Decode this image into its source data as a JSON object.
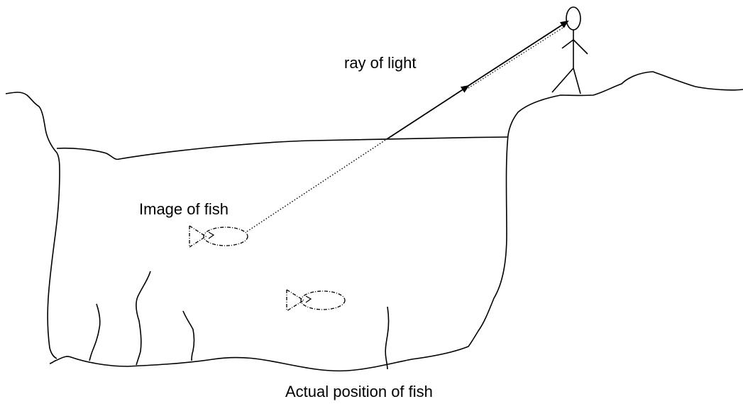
{
  "labels": {
    "ray_of_light": "ray of light",
    "image_of_fish": "Image of fish",
    "actual_position": "Actual position of fish"
  },
  "colors": {
    "ink": "#000000",
    "background": "#ffffff"
  }
}
